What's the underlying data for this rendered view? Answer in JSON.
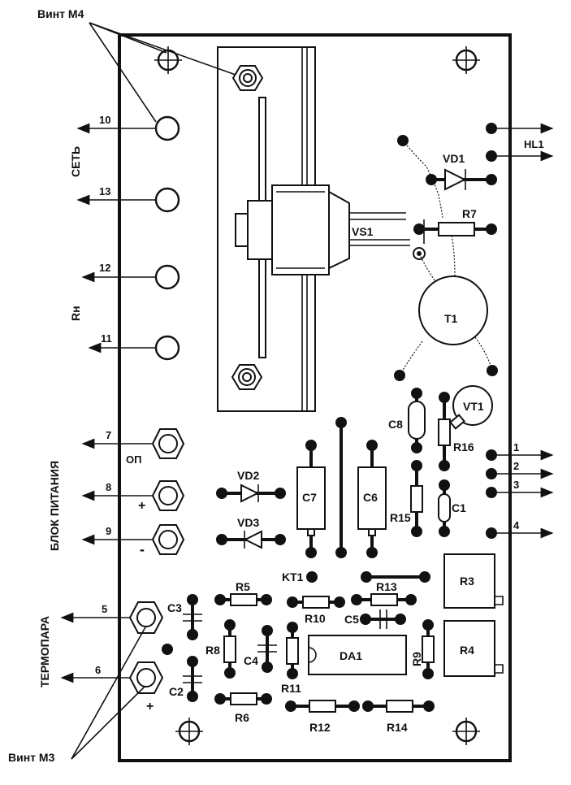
{
  "labels": {
    "vint_m4": "Винт М4",
    "vint_m3": "Винт М3",
    "set": "СЕТЬ",
    "rn": "Rн",
    "blok_pitaniya": "БЛОК ПИТАНИЯ",
    "termopara": "ТЕРМОПАРА",
    "op": "ОП",
    "plus": "+",
    "minus": "-",
    "hl1": "HL1"
  },
  "terminals": {
    "t10": "10",
    "t13": "13",
    "t12": "12",
    "t11": "11",
    "t7": "7",
    "t8": "8",
    "t9": "9",
    "t5": "5",
    "t6": "6",
    "t1": "1",
    "t2": "2",
    "t3": "3",
    "t4": "4"
  },
  "components": {
    "vs1": "VS1",
    "vd1": "VD1",
    "r7": "R7",
    "t1": "T1",
    "vt1": "VT1",
    "c8": "C8",
    "r16": "R16",
    "r15": "R15",
    "c1": "C1",
    "vd2": "VD2",
    "vd3": "VD3",
    "c7": "C7",
    "c6": "C6",
    "kt1": "KT1",
    "r13": "R13",
    "r3": "R3",
    "r4": "R4",
    "r5": "R5",
    "r10": "R10",
    "c5": "C5",
    "c3": "C3",
    "r8": "R8",
    "c4": "C4",
    "da1": "DA1",
    "r9": "R9",
    "r11": "R11",
    "c2": "C2",
    "r6": "R6",
    "r12": "R12",
    "r14": "R14"
  }
}
